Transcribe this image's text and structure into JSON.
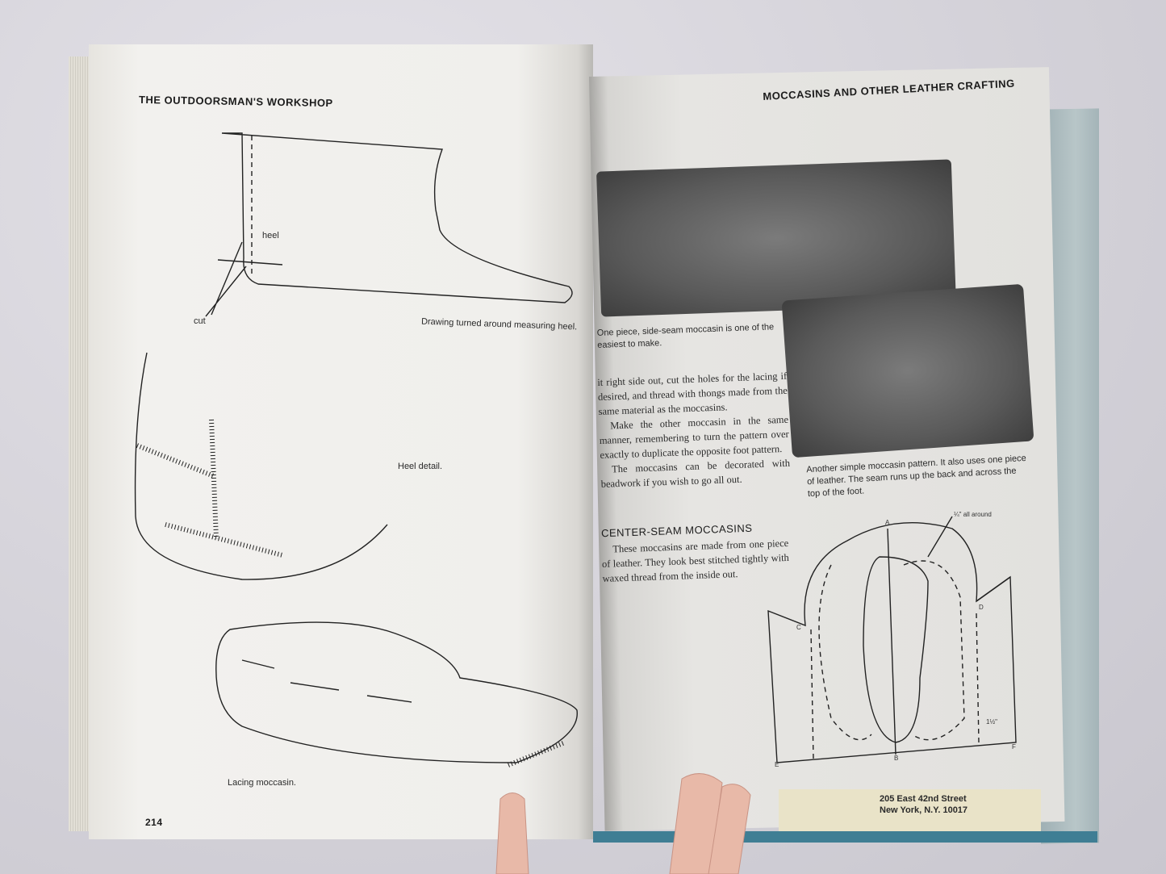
{
  "left_page": {
    "running_head": "THE OUTDOORSMAN'S WORKSHOP",
    "page_number": "214",
    "labels": {
      "heel": "heel",
      "cut": "cut"
    },
    "captions": [
      "Drawing turned around measuring heel.",
      "Heel detail.",
      "Lacing moccasin."
    ]
  },
  "right_page": {
    "running_head": "MOCCASINS AND OTHER LEATHER CRAFTING",
    "caption_1": "One piece, side-seam moccasin is one of the easiest to make.",
    "paragraphs": [
      "it right side out, cut the holes for the lacing if desired, and thread with thongs made from the same material as the moccasins.",
      "Make the other moccasin in the same manner, remembering to turn the pattern over exactly to duplicate the opposite foot pattern.",
      "The moccasins can be decorated with beadwork if you wish to go all out."
    ],
    "caption_2": "Another simple moccasin pattern. It also uses one piece of leather. The seam runs up the back and across the top of the foot.",
    "section_heading": "CENTER-SEAM MOCCASINS",
    "section_text": "These moccasins are made from one piece of leather. They look best stitched tightly with waxed thread from the inside out.",
    "diagram_labels": {
      "a": "A",
      "b": "B",
      "c": "C",
      "d": "D",
      "e": "E",
      "f": "F",
      "allowance": "¼\" all around",
      "width": "1½\""
    }
  },
  "insert_tab": {
    "line1": "205 East 42nd Street",
    "line2": "New York, N.Y. 10017"
  }
}
